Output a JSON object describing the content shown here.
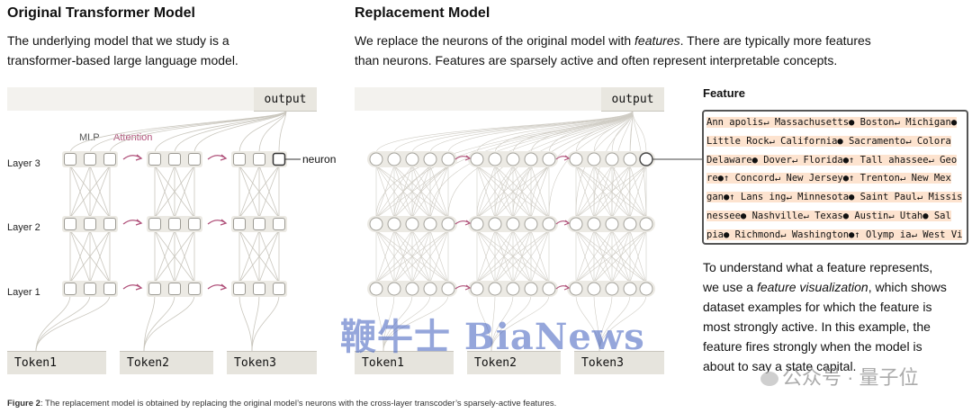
{
  "left": {
    "title": "Original Transformer Model",
    "desc_line1": "The underlying model that we study is a",
    "desc_line2": "transformer-based large language model.",
    "output_label": "output",
    "mlp_label": "MLP",
    "attention_label": "Attention",
    "neuron_label": "neuron",
    "layers": [
      "Layer 3",
      "Layer 2",
      "Layer 1"
    ],
    "tokens": [
      "Token1",
      "Token2",
      "Token3"
    ]
  },
  "right": {
    "title": "Replacement Model",
    "desc_line1_pre": "We replace the neurons of the original model with ",
    "desc_line1_em": "features",
    "desc_line1_post": ". There are typically more features",
    "desc_line2": "than neurons. Features are sparsely active and often represent interpretable concepts.",
    "output_label": "output",
    "tokens": [
      "Token1",
      "Token2",
      "Token3"
    ]
  },
  "feature": {
    "title": "Feature",
    "rows": [
      "Ann apolis↵ Massachusetts● Boston↵ Michigan●",
      "Little Rock↵ California● Sacramento↵ Colora",
      "Delaware● Dover↵ Florida●↑ Tall ahassee↵ Geo",
      "re●↑ Concord↵ New Jersey●↑ Trenton↵ New Mex",
      "gan●↑ Lans ing↵ Minnesota● Saint Paul↵ Missis",
      "nessee● Nashville↵ Texas● Austin↵ Utah● Sal",
      "pia● Richmond↵ Washington●↑ Olymp ia↵ West Vi"
    ],
    "desc": [
      "To understand what a feature represents,",
      "we use a ",
      "feature visualization",
      ", which shows",
      "dataset examples for which the feature is",
      "most strongly active. In this example, the",
      "feature fires strongly when the model is",
      "about to say a state capital."
    ]
  },
  "caption_bold": "Figure 2",
  "caption_text": ": The replacement model is obtained by replacing the original model’s neurons with the cross-layer transcoder’s sparsely-active features.",
  "watermark_main": "鞭牛士 BiaNews",
  "watermark_sub": "公众号 · 量子位",
  "colors": {
    "attention": "#b0517a",
    "accent": "#d4703a",
    "highlight": "#fde3cf"
  }
}
